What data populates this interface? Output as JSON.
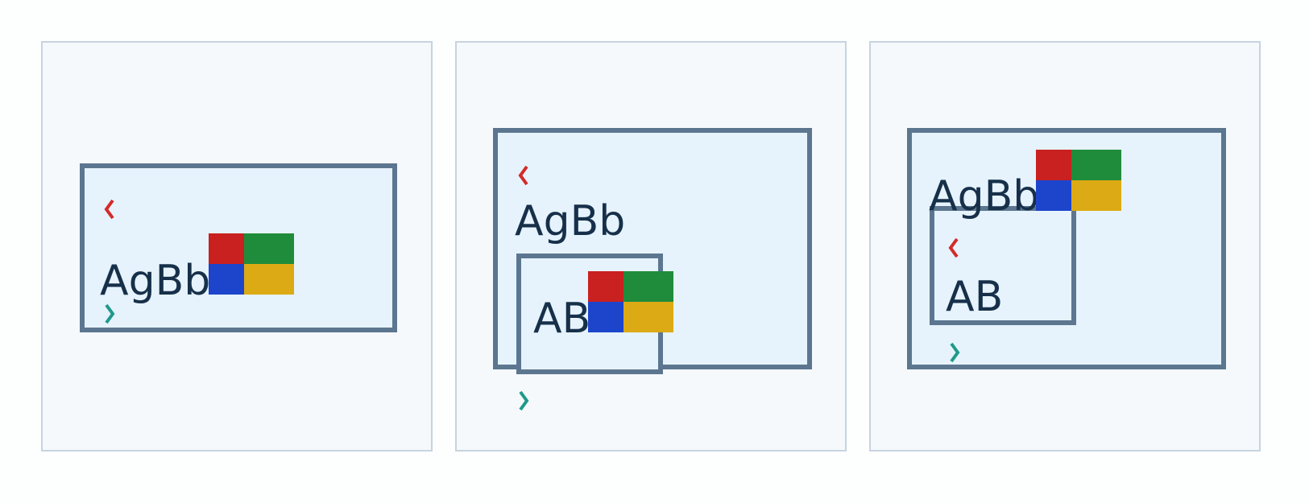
{
  "panels": [
    {
      "outer_text": "AgBb"
    },
    {
      "outer_text": "AgBb",
      "inner_text": "AB"
    },
    {
      "outer_text": "AgBb",
      "inner_text": "AB"
    }
  ],
  "colors": {
    "tile_red": "#c92020",
    "tile_green": "#1f8c3b",
    "tile_blue": "#1d45cc",
    "tile_yellow": "#dcaa14",
    "chevron_left": "#d42a2a",
    "chevron_right": "#1f9a8a",
    "box_border": "#5c7690",
    "box_fill": "#e6f3fc",
    "panel_fill": "#f5f9fc",
    "panel_border": "#c7d3e0",
    "text": "#17304a"
  },
  "icons": [
    "chevron-left-icon",
    "chevron-right-icon",
    "color-tiles-icon"
  ]
}
